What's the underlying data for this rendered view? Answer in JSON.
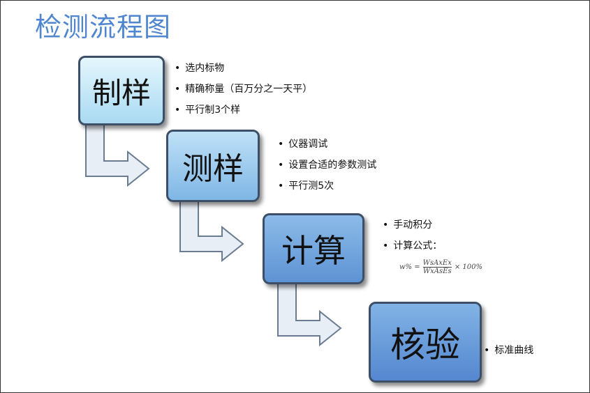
{
  "title": "检测流程图",
  "steps": [
    {
      "label": "制样",
      "bullets": [
        "选内标物",
        "精确称量（百万分之一天平）",
        "平行制3个样"
      ]
    },
    {
      "label": "测样",
      "bullets": [
        "仪器调试",
        "设置合适的参数测试",
        "平行测5次"
      ]
    },
    {
      "label": "计算",
      "bullets": [
        "手动积分",
        "计算公式："
      ]
    },
    {
      "label": "核验",
      "bullets": [
        "标准曲线"
      ]
    }
  ],
  "formula": {
    "lhs": "w% =",
    "numerator": "WsAxEx",
    "denominator": "WxAsEs",
    "rhs": "× 100%"
  }
}
